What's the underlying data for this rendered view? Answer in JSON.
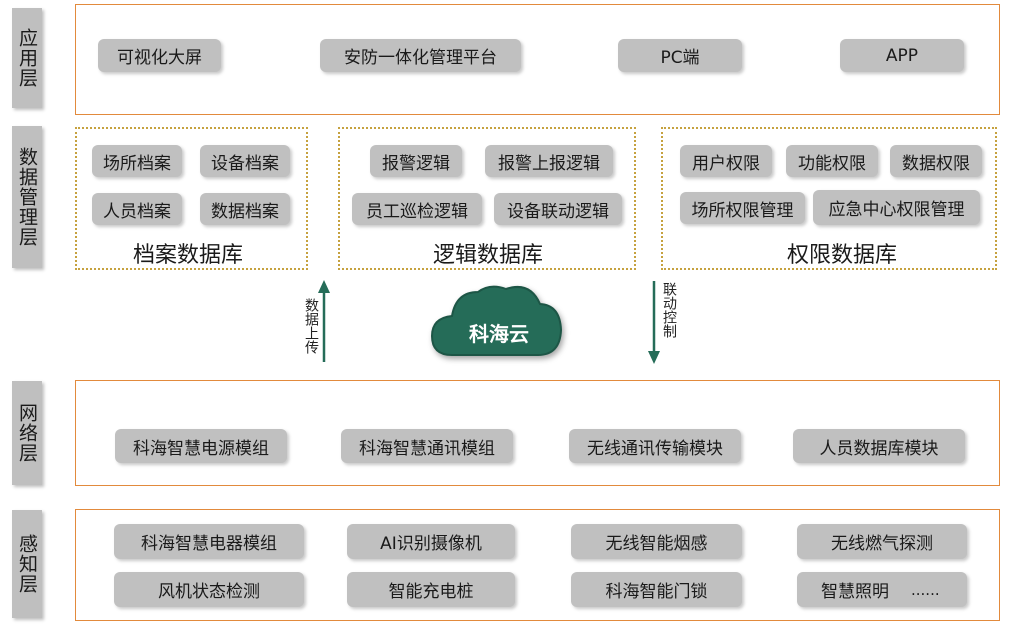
{
  "layers": {
    "application": "应用层",
    "data_management": "数据管理层",
    "network": "网络层",
    "perception": "感知层"
  },
  "application_items": [
    "可视化大屏",
    "安防一体化管理平台",
    "PC端",
    "APP"
  ],
  "archive_db": {
    "title": "档案数据库",
    "items": [
      "场所档案",
      "设备档案",
      "人员档案",
      "数据档案"
    ]
  },
  "logic_db": {
    "title": "逻辑数据库",
    "items": [
      "报警逻辑",
      "报警上报逻辑",
      "员工巡检逻辑",
      "设备联动逻辑"
    ]
  },
  "permission_db": {
    "title": "权限数据库",
    "items": [
      "用户权限",
      "功能权限",
      "数据权限",
      "场所权限管理",
      "应急中心权限管理"
    ]
  },
  "cloud": {
    "label": "科海云",
    "color": "#256c58",
    "left_arrow_label": "数据上传",
    "right_arrow_label": "联动控制"
  },
  "network_items": [
    "科海智慧电源模组",
    "科海智慧通讯模组",
    "无线通讯传输模块",
    "人员数据库模块"
  ],
  "perception_items": [
    "科海智慧电器模组",
    "AI识别摄像机",
    "无线智能烟感",
    "无线燃气探测",
    "风机状态检测",
    "智能充电桩",
    "科海智能门锁",
    "智慧照明"
  ],
  "perception_more": "......",
  "colors": {
    "accent_border": "#e28a3c",
    "dotted_border": "#c6a23f",
    "pill": "#c0c0c0",
    "side": "#bfbfbf"
  }
}
